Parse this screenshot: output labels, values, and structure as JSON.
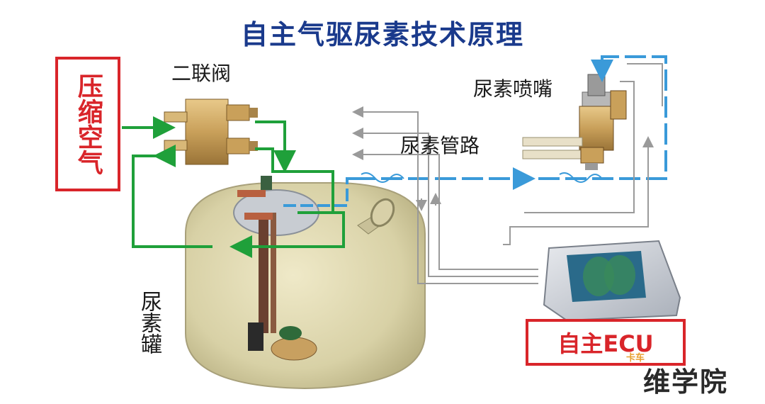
{
  "title": "自主气驱尿素技术原理",
  "labels": {
    "compressed_air": "压缩空气",
    "dual_valve": "二联阀",
    "injector": "尿素喷嘴",
    "pipeline": "尿素管路",
    "tank": "尿素罐",
    "ecu": "自主ECU"
  },
  "watermark": {
    "brand": "维学院",
    "small": "卡车"
  },
  "colors": {
    "air_line": "#1fa03a",
    "urea_line": "#3a9ad9",
    "signal_line": "#9a9a9a",
    "box_border": "#d9252a",
    "title": "#1a3a8c",
    "tank": "#d9d3a8"
  }
}
